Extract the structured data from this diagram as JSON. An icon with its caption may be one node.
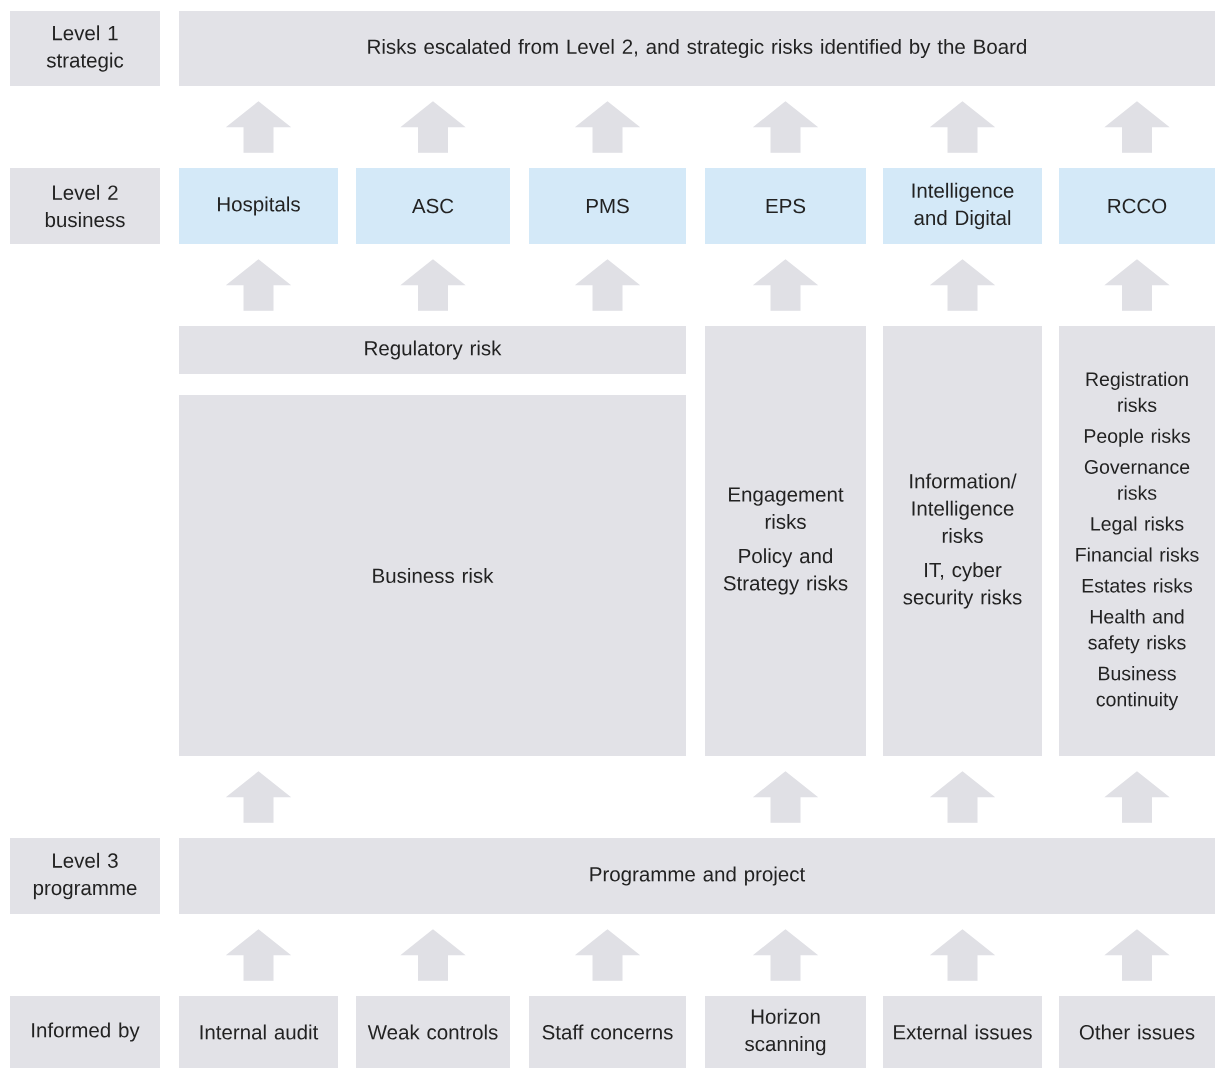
{
  "diagram": {
    "nodes": [
      {
        "text": [
          "Level 1 strategic"
        ]
      },
      {
        "text": [
          "Risks escalated from Level 2, and strategic risks identified by the Board"
        ]
      },
      {
        "text": [
          "Level 2 business"
        ]
      },
      {
        "text": [
          "Hospitals"
        ]
      },
      {
        "text": [
          "ASC"
        ]
      },
      {
        "text": [
          "PMS"
        ]
      },
      {
        "text": [
          "EPS"
        ]
      },
      {
        "text": [
          "Intelligence and Digital"
        ]
      },
      {
        "text": [
          "RCCO"
        ]
      },
      {
        "text": [
          "Regulatory risk"
        ]
      },
      {
        "text": [
          "Business risk"
        ]
      },
      {
        "text": [
          "Engagement risks",
          "Policy and Strategy risks"
        ]
      },
      {
        "text": [
          "Information/ Intelligence risks",
          "IT, cyber security risks"
        ]
      },
      {
        "text": [
          "Registration risks",
          "People risks",
          "Governance risks",
          "Legal risks",
          "Financial risks",
          "Estates risks",
          "Health and safety risks",
          "Business continuity"
        ]
      },
      {
        "text": [
          "Level 3 programme"
        ]
      },
      {
        "text": [
          "Programme and project"
        ]
      },
      {
        "text": [
          "Informed by"
        ]
      },
      {
        "text": [
          "Internal audit"
        ]
      },
      {
        "text": [
          "Weak controls"
        ]
      },
      {
        "text": [
          "Staff concerns"
        ]
      },
      {
        "text": [
          "Horizon scanning"
        ]
      },
      {
        "text": [
          "External issues"
        ]
      },
      {
        "text": [
          "Other issues"
        ]
      }
    ],
    "edges": [
      {
        "from": 3,
        "to": 1,
        "arrow": "to"
      },
      {
        "from": 4,
        "to": 1,
        "arrow": "to"
      },
      {
        "from": 5,
        "to": 1,
        "arrow": "to"
      },
      {
        "from": 6,
        "to": 1,
        "arrow": "to"
      },
      {
        "from": 7,
        "to": 1,
        "arrow": "to"
      },
      {
        "from": 8,
        "to": 1,
        "arrow": "to"
      },
      {
        "from": 9,
        "to": 3,
        "arrow": "to"
      },
      {
        "from": 9,
        "to": 4,
        "arrow": "to"
      },
      {
        "from": 9,
        "to": 5,
        "arrow": "to"
      },
      {
        "from": 11,
        "to": 6,
        "arrow": "to"
      },
      {
        "from": 12,
        "to": 7,
        "arrow": "to"
      },
      {
        "from": 13,
        "to": 8,
        "arrow": "to"
      },
      {
        "from": 15,
        "to": 10,
        "arrow": "to"
      },
      {
        "from": 15,
        "to": 11,
        "arrow": "to"
      },
      {
        "from": 15,
        "to": 12,
        "arrow": "to"
      },
      {
        "from": 15,
        "to": 13,
        "arrow": "to"
      },
      {
        "from": 17,
        "to": 15,
        "arrow": "to"
      },
      {
        "from": 18,
        "to": 15,
        "arrow": "to"
      },
      {
        "from": 19,
        "to": 15,
        "arrow": "to"
      },
      {
        "from": 20,
        "to": 15,
        "arrow": "to"
      },
      {
        "from": 21,
        "to": 15,
        "arrow": "to"
      },
      {
        "from": 22,
        "to": 15,
        "arrow": "to"
      }
    ]
  }
}
